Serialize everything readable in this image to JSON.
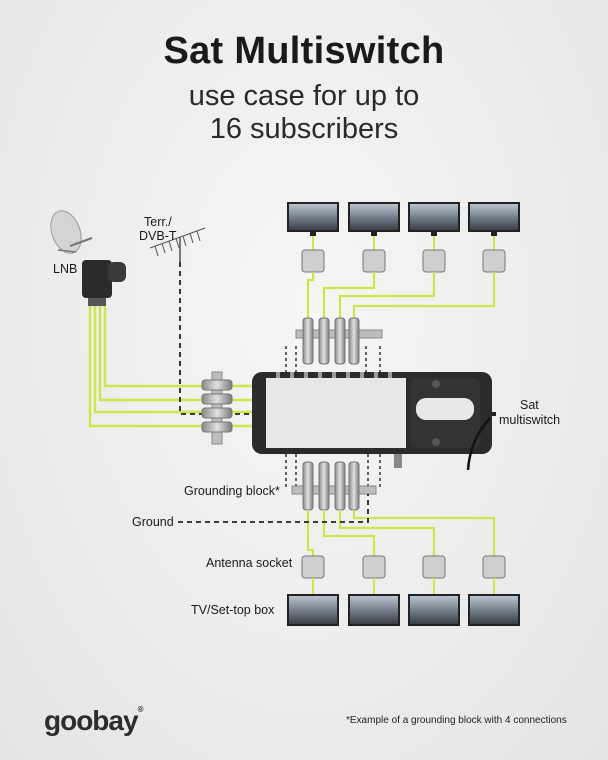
{
  "title": "Sat Multiswitch",
  "subtitle_line1": "use case for up to",
  "subtitle_line2": "16 subscribers",
  "labels": {
    "lnb": "LNB",
    "terr_line1": "Terr./",
    "terr_line2": "DVB-T",
    "sat_multiswitch_line1": "Sat",
    "sat_multiswitch_line2": "multiswitch",
    "grounding_block": "Grounding block*",
    "ground": "Ground",
    "antenna_socket": "Antenna socket",
    "tv_settop_box": "TV/Set-top box"
  },
  "footnote": "*Example of a grounding block with 4 connections",
  "logo": {
    "text": "goobay",
    "reg": "®"
  },
  "colors": {
    "cable": "#c9e84a",
    "device_dark": "#2b2b2b",
    "brand_yellow": "#c8d400",
    "ground_line": "#222222"
  }
}
